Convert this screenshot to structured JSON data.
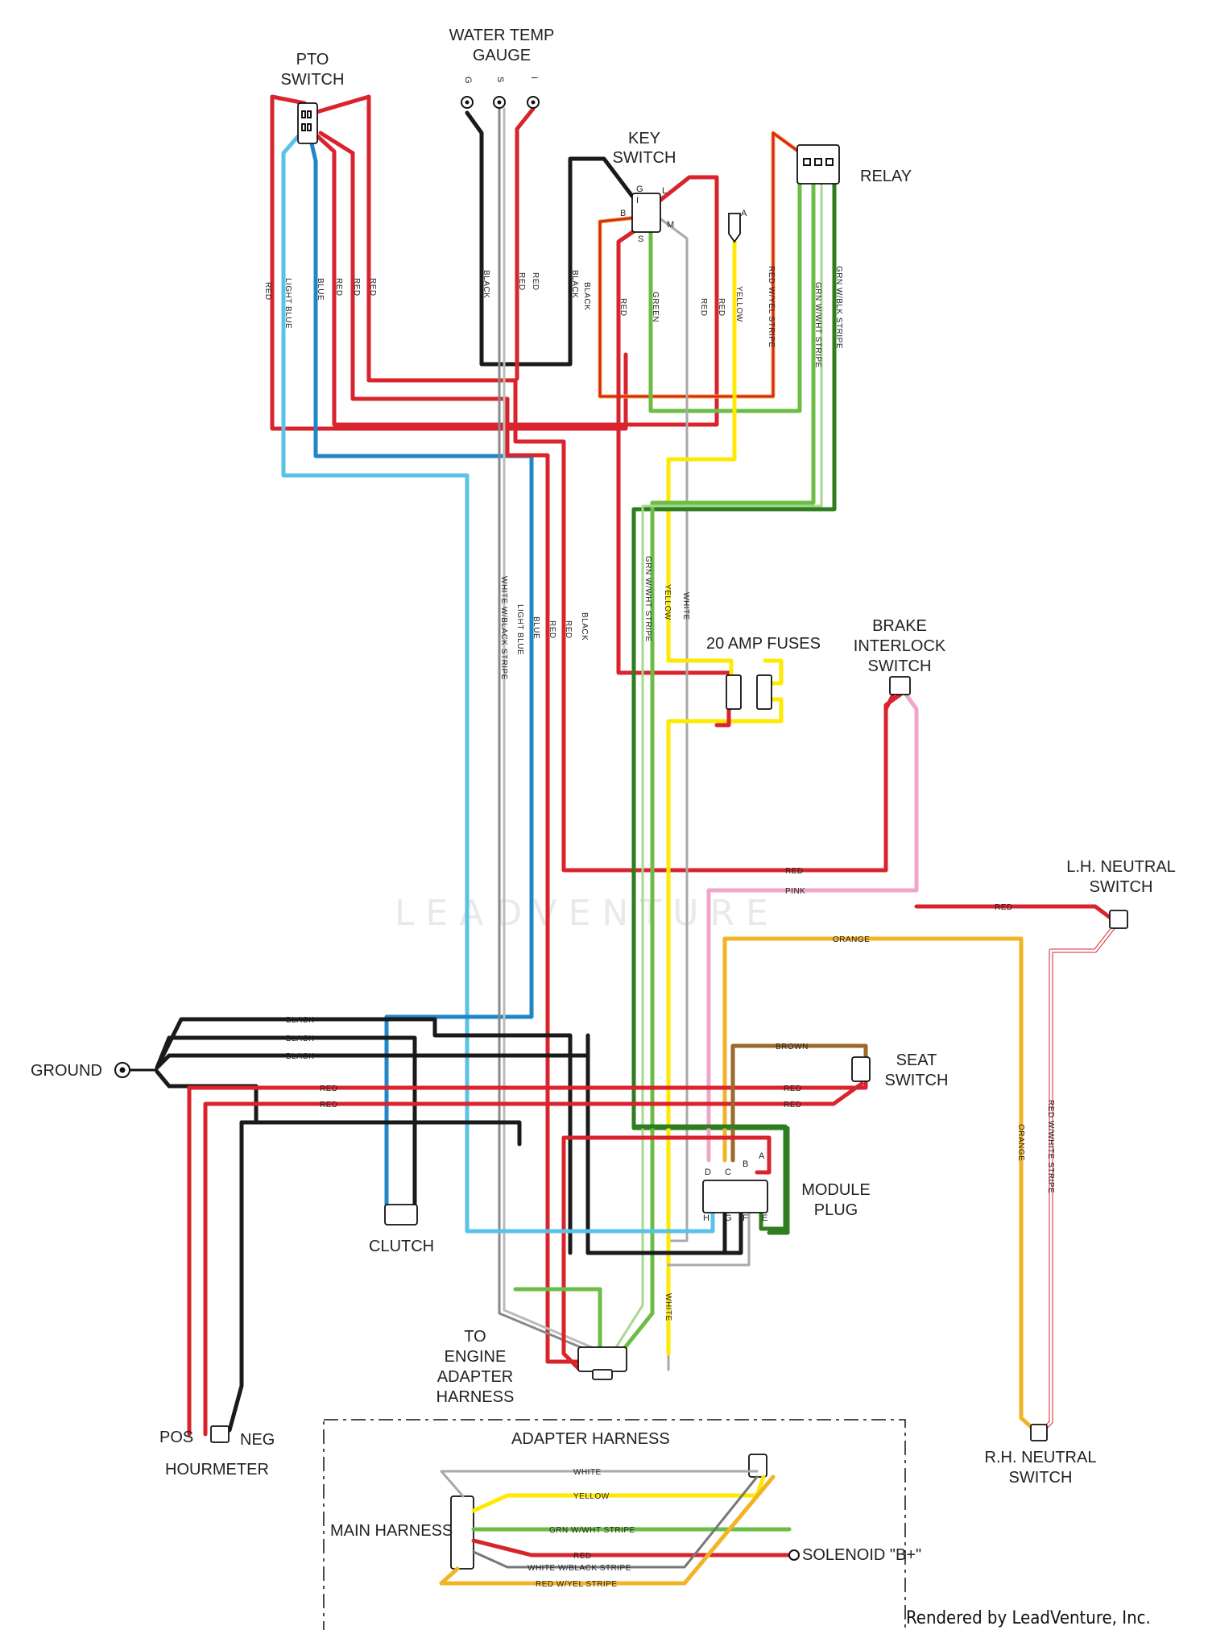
{
  "components": {
    "water_temp_gauge": "WATER TEMP\nGAUGE",
    "gauge_pins": [
      "G",
      "S",
      "I"
    ],
    "pto_switch": "PTO\nSWITCH",
    "key_switch": "KEY\nSWITCH",
    "relay": "RELAY",
    "fuses": "20 AMP FUSES",
    "brake_switch": "BRAKE\nINTERLOCK\nSWITCH",
    "lh_neutral": "L.H. NEUTRAL\nSWITCH",
    "rh_neutral": "R.H. NEUTRAL\nSWITCH",
    "ground": "GROUND",
    "clutch": "CLUTCH",
    "seat_switch": "SEAT\nSWITCH",
    "module_plug": "MODULE\nPLUG",
    "engine_adapter": "TO\nENGINE\nADAPTER\nHARNESS",
    "hourmeter": "HOURMETER",
    "pos": "POS",
    "neg": "NEG",
    "adapter_harness": "ADAPTER HARNESS",
    "main_harness": "MAIN HARNESS",
    "solenoid": "SOLENOID \"B+\""
  },
  "pin_labels": {
    "key": [
      "G",
      "I",
      "B",
      "L",
      "M",
      "S"
    ],
    "relay_a": "A",
    "module": [
      "D",
      "C",
      "B",
      "A",
      "H",
      "G",
      "F",
      "E"
    ]
  },
  "wire_labels": {
    "red": "RED",
    "light_blue": "LIGHT BLUE",
    "blue": "BLUE",
    "black": "BLACK",
    "green": "GREEN",
    "yellow": "YELLOW",
    "red_yel": "RED W/YEL STRIPE",
    "grn_blk": "GRN W/BLK STRIPE",
    "grn_wht": "GRN W/WHT STRIPE",
    "white": "WHITE",
    "white_blk": "WHITE W/BLACK STRIPE",
    "pink": "PINK",
    "orange": "ORANGE",
    "brown": "BROWN",
    "red_wht": "RED W/WHITE STRIPE"
  },
  "watermark": "LEADVENTURE",
  "footer": "Rendered by LeadVenture, Inc.",
  "colors": {
    "red": "#d9232d",
    "black": "#1a1a1a",
    "light_blue": "#5bc2e7",
    "blue": "#1f86c8",
    "green": "#6cbd45",
    "dark_green": "#2e7d1f",
    "yellow": "#ffe900",
    "orange": "#f2b324",
    "pink": "#f0a6c8",
    "brown": "#9b6a2a",
    "white_wire": "#a9a9a9"
  }
}
